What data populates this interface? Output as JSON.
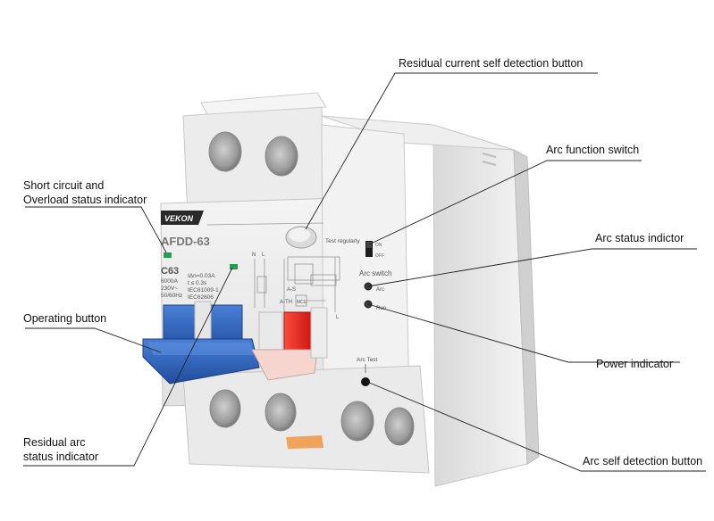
{
  "device": {
    "brand": "VEKON",
    "model": "AFDD-63",
    "rating": "C63",
    "specs_left": [
      "6000A",
      "230V~",
      "50/60Hz"
    ],
    "specs_right": [
      "IΔn=0.03A",
      "t ≤ 0.3s",
      "IEC61009-1",
      "IEC62606"
    ],
    "test_label": "Test regularly",
    "arc_switch_label": "Arc switch",
    "on_label": "ON",
    "off_label": "OFF",
    "arc_led_label": "Arc",
    "run_led_label": "Run",
    "arc_test_label": "Arc Test",
    "diagram_labels": {
      "n": "N",
      "l": "L",
      "as": "A-S",
      "ath": "A-TH",
      "mcu": "MCU"
    },
    "colors": {
      "body": "#ebebeb",
      "handle_blue": "#2f62b8",
      "handle_red": "#e52420",
      "led_green": "#1aa34a"
    }
  },
  "callouts": {
    "residual_button": "Residual current self detection button",
    "arc_function_switch": "Arc function switch",
    "short_circuit_line1": "Short circuit and",
    "short_circuit_line2": "Overload status indicator",
    "arc_status": "Arc status indictor",
    "operating_button": "Operating button",
    "power_indicator": "Power indicator",
    "residual_arc_line1": "Residual arc",
    "residual_arc_line2": "status indicator",
    "arc_self_detection": "Arc self detection button"
  }
}
